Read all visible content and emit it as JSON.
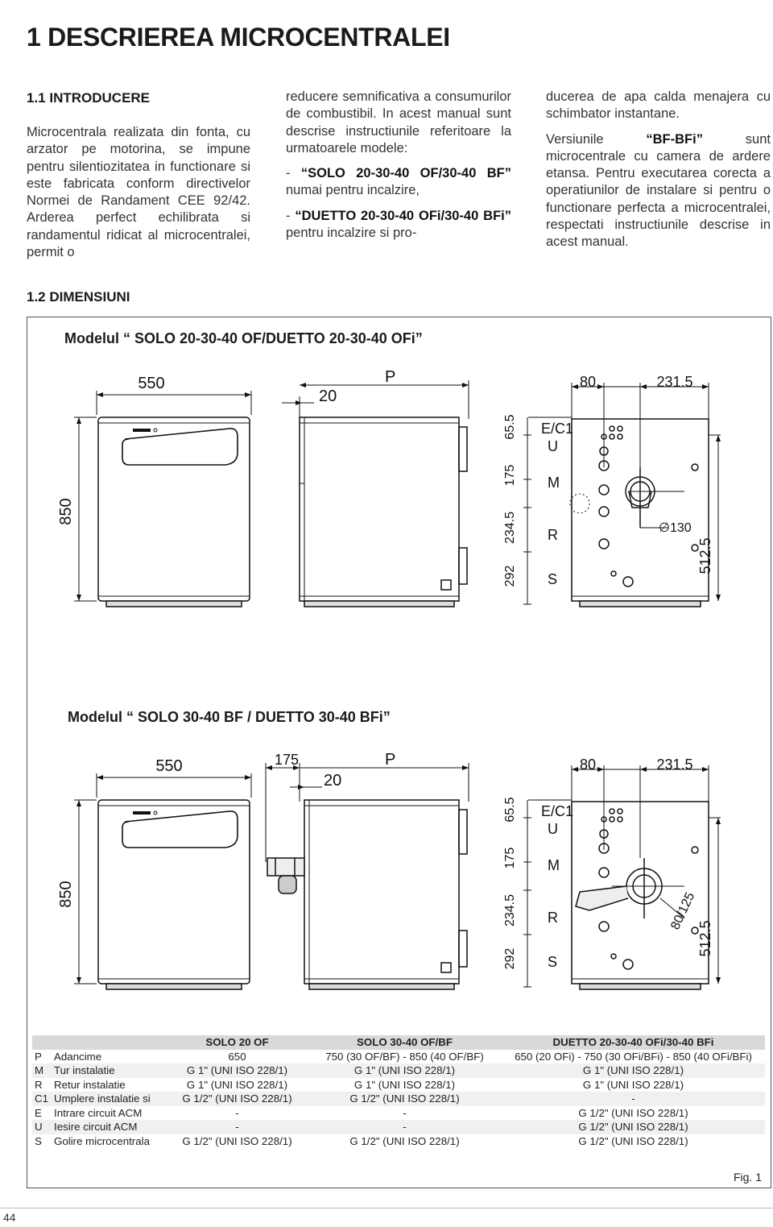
{
  "title": "1 DESCRIEREA MICROCENTRALEI",
  "section1": {
    "heading": "1.1 INTRODUCERE",
    "col1": "Microcentrala realizata din fonta, cu arzator pe motorina, se impune pentru silentiozitatea in functionare si este fabricata conform directivelor Normei de Randament CEE 92/42. Arderea perfect echilibrata si randamentul ridicat al microcentralei, permit o",
    "col2_intro": "reducere semnificativa a consumurilor de combustibil. In acest manual sunt descrise instructiunile referitoare la urmatoarele modele:",
    "col2_item1_dash": "- ",
    "col2_item1_name": "“SOLO 20-30-40 OF/30-40 BF”",
    "col2_item1_rest": " numai pentru incalzire,",
    "col2_item2_dash": "- ",
    "col2_item2_name": "“DUETTO 20-30-40 OFi/30-40 BFi”",
    "col2_item2_rest": " pentru incalzire si pro-",
    "col3_p1": "ducerea de apa calda menajera cu schimbator instantane.",
    "col3_p2_a": "Versiunile ",
    "col3_p2_b": "“BF-BFi”",
    "col3_p2_c": " sunt microcentrale cu camera de ardere etansa. Pentru executarea corecta a operatiunilor de instalare si pentru o functionare perfecta a microcentralei, respectati instructiunile descrise in acest manual."
  },
  "section2": {
    "heading": "1.2 DIMENSIUNI",
    "model1": "Modelul “ SOLO 20-30-40 OF/DUETTO 20-30-40 OFi”",
    "model2": "Modelul “ SOLO 30-40 BF / DUETTO 30-40 BFi”"
  },
  "dims": {
    "width": "550",
    "height": "850",
    "side_offset": "20",
    "depth": "P",
    "flue_offset": "175",
    "back_w1": "80",
    "back_w2": "231.5",
    "v1": "65.5",
    "v2": "175",
    "v3": "234.5",
    "v4": "292",
    "back_h": "512.5",
    "flue_dia1": "∅130",
    "flue_dia2": "80/125",
    "lbl_e": "E/C1",
    "lbl_u": "U",
    "lbl_m": "M",
    "lbl_r": "R",
    "lbl_s": "S"
  },
  "table": {
    "headers": [
      "",
      "",
      "SOLO 20 OF",
      "SOLO 30-40 OF/BF",
      "DUETTO 20-30-40 OFi/30-40 BFi"
    ],
    "rows": [
      {
        "code": "P",
        "desc": "Adancime",
        "v1": "650",
        "v2": "750 (30 OF/BF) - 850 (40 OF/BF)",
        "v3": "650 (20 OFi) - 750 (30 OFi/BFi) - 850 (40 OFi/BFi)"
      },
      {
        "code": "M",
        "desc": "Tur instalatie",
        "v1": "G 1\" (UNI ISO 228/1)",
        "v2": "G 1\" (UNI ISO 228/1)",
        "v3": "G 1\" (UNI ISO 228/1)"
      },
      {
        "code": "R",
        "desc": "Retur instalatie",
        "v1": "G 1\" (UNI ISO 228/1)",
        "v2": "G 1\" (UNI ISO 228/1)",
        "v3": "G 1\" (UNI ISO 228/1)"
      },
      {
        "code": "C1",
        "desc": "Umplere instalatie si",
        "v1": "G 1/2\" (UNI ISO 228/1)",
        "v2": "G 1/2\" (UNI ISO 228/1)",
        "v3": "-"
      },
      {
        "code": "E",
        "desc": "Intrare circuit ACM",
        "v1": "-",
        "v2": "-",
        "v3": "G 1/2\" (UNI ISO 228/1)"
      },
      {
        "code": "U",
        "desc": "Iesire circuit ACM",
        "v1": "-",
        "v2": "-",
        "v3": "G 1/2\" (UNI ISO 228/1)"
      },
      {
        "code": "S",
        "desc": "Golire microcentrala",
        "v1": "G 1/2\" (UNI ISO 228/1)",
        "v2": "G 1/2\" (UNI ISO 228/1)",
        "v3": "G 1/2\" (UNI ISO 228/1)"
      }
    ]
  },
  "figure_label": "Fig. 1",
  "page_number": "44"
}
